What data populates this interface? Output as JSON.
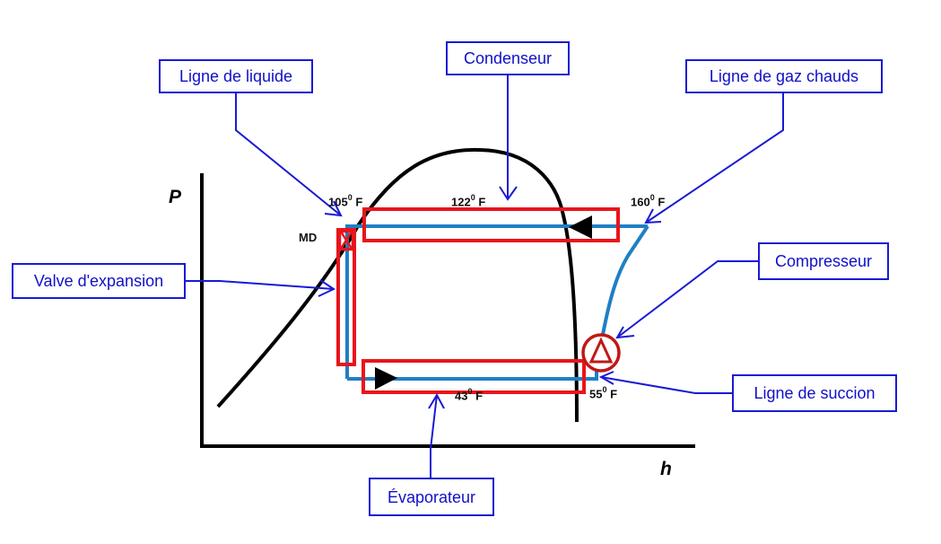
{
  "diagram": {
    "type": "pressure-enthalpy refrigeration cycle",
    "axes": {
      "y_label": "P",
      "x_label": "h"
    },
    "callouts": {
      "liquid_line": "Ligne de liquide",
      "condenser": "Condenseur",
      "hot_gas_line": "Ligne de gaz chauds",
      "expansion_valve": "Valve d'expansion",
      "compressor": "Compresseur",
      "suction_line": "Ligne de succion",
      "evaporator": "Évaporateur"
    },
    "labels": {
      "md": "MD",
      "t_liquid": {
        "value": "105",
        "deg": "0",
        "unit": " F"
      },
      "t_condense": {
        "value": "122",
        "deg": "0",
        "unit": " F"
      },
      "t_discharge": {
        "value": "160",
        "deg": "0",
        "unit": " F"
      },
      "t_suction": {
        "value": "55",
        "deg": "0",
        "unit": " F"
      },
      "t_evap": {
        "value": "43",
        "deg": "0",
        "unit": " F"
      }
    },
    "colors": {
      "callout": "#1a1ad4",
      "cycle_line": "#1f7fc4",
      "highlight": "#e8151b",
      "compressor": "#c01818",
      "curve": "#000000"
    }
  }
}
